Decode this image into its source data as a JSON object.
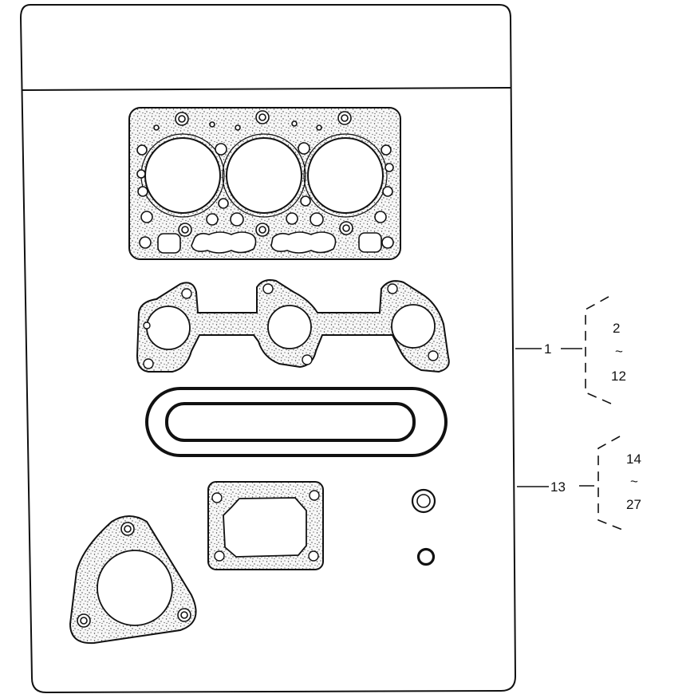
{
  "callouts": [
    {
      "ref": "1",
      "range_start": "2",
      "range_end": "12"
    },
    {
      "ref": "13",
      "range_start": "14",
      "range_end": "27"
    }
  ],
  "range_symbol": "~",
  "colors": {
    "line": "#111111",
    "gasket_fill": "#f4f4f4",
    "speckle": "#555555",
    "background": "#ffffff"
  }
}
